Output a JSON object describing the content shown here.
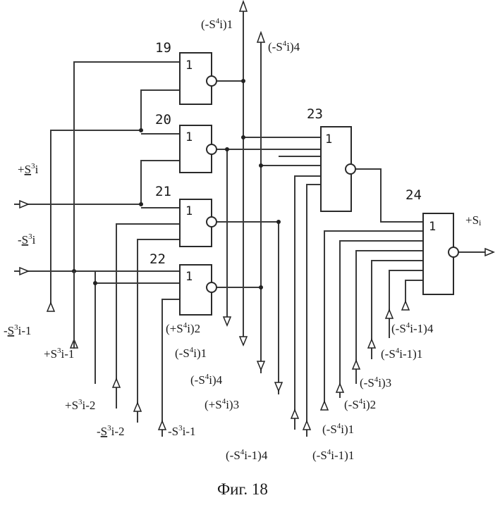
{
  "figure_caption": "Фиг. 18",
  "gates": [
    {
      "id": "19",
      "function": "1"
    },
    {
      "id": "20",
      "function": "1"
    },
    {
      "id": "21",
      "function": "1"
    },
    {
      "id": "22",
      "function": "1"
    },
    {
      "id": "23",
      "function": "1"
    },
    {
      "id": "24",
      "function": "1"
    }
  ],
  "signals": {
    "top1": {
      "pre": "(-S",
      "sup": "4",
      "post": "i)1"
    },
    "top4": {
      "pre": "(-S",
      "sup": "4",
      "post": "i)4"
    },
    "in_plus_s3i": {
      "pre": "+",
      "s": "S",
      "sup": "3",
      "post": "i"
    },
    "in_minus_s3i": {
      "pre": "-",
      "s": "S",
      "sup": "3",
      "post": "i"
    },
    "in_minus_s3i1_u": {
      "pre": "-",
      "s": "S",
      "sup": "3",
      "post": "i-1"
    },
    "in_plus_s3i1": {
      "pre": "+S",
      "sup": "3",
      "post": "i-1"
    },
    "in_plus_s3i2": {
      "pre": "+S",
      "sup": "3",
      "post": "i-2"
    },
    "in_minus_s3i2_u": {
      "pre": "-",
      "s": "S",
      "sup": "3",
      "post": "i-2"
    },
    "in_minus_s3i1": {
      "pre": "-S",
      "sup": "3",
      "post": "i-1"
    },
    "b_plus_s4i_2": {
      "pre": "(+S",
      "sup": "4",
      "post": "i)2"
    },
    "b_minus_s4i_1": {
      "pre": "(-S",
      "sup": "4",
      "post": "i)1"
    },
    "b_minus_s4i_4": {
      "pre": "(-S",
      "sup": "4",
      "post": "i)4"
    },
    "b_plus_s4i_3": {
      "pre": "(+S",
      "sup": "4",
      "post": "i)3"
    },
    "b_minus_s4i1_4": {
      "pre": "(-S",
      "sup": "4",
      "post": "i-1)4"
    },
    "b_minus_s4i1_1": {
      "pre": "(-S",
      "sup": "4",
      "post": "i-1)1"
    },
    "r_minus_s4i_1": {
      "pre": "(-S",
      "sup": "4",
      "post": "i)1"
    },
    "r_minus_s4i_2": {
      "pre": "(-S",
      "sup": "4",
      "post": "i)2"
    },
    "r_minus_s4i_3": {
      "pre": "(-S",
      "sup": "4",
      "post": "i)3"
    },
    "r_minus_s4i1_1": {
      "pre": "(-S",
      "sup": "4",
      "post": "i-1)1"
    },
    "r_minus_s4i1_4": {
      "pre": "(-S",
      "sup": "4",
      "post": "i-1)4"
    },
    "out_plus_si": {
      "pre": "+S",
      "post": "i"
    }
  }
}
